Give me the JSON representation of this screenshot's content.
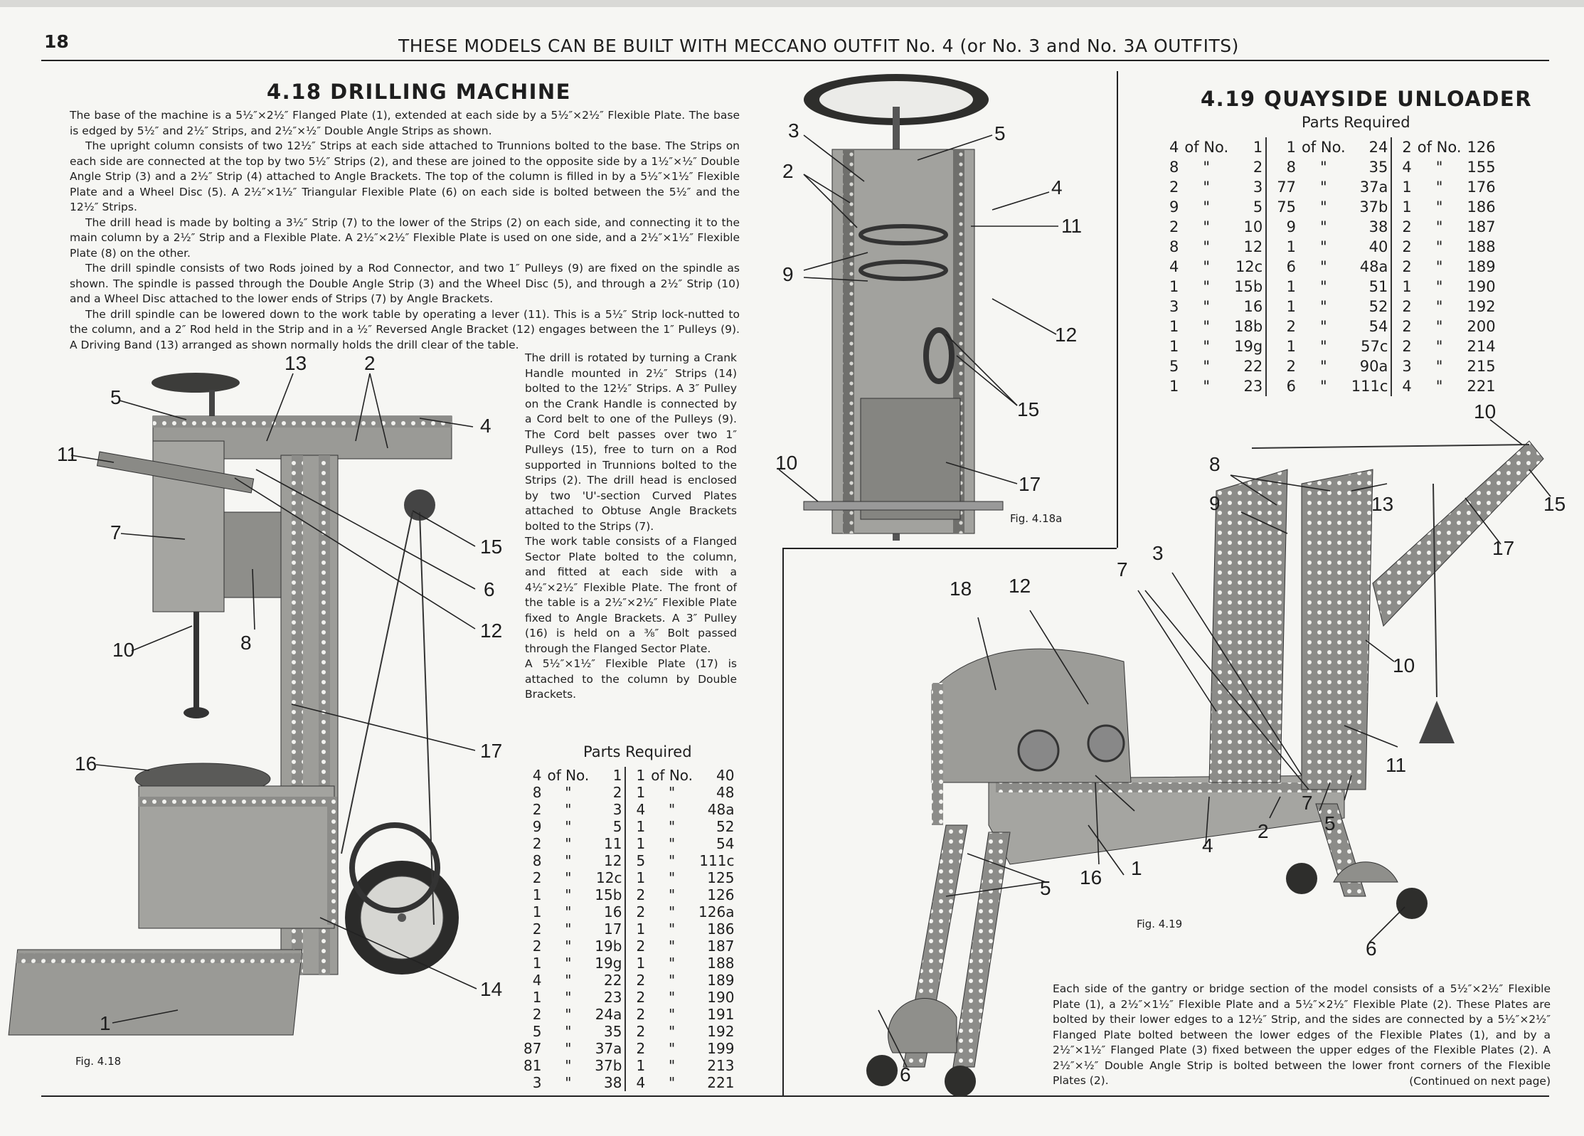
{
  "page": {
    "number": "18",
    "header": "THESE MODELS CAN BE BUILT WITH MECCANO OUTFIT No. 4 (or No. 3 and No. 3A OUTFITS)"
  },
  "drilling": {
    "title": "4.18  DRILLING MACHINE",
    "paragraphs": [
      "The base of the machine is a 5½″×2½″ Flanged Plate (1), extended at each side by a 5½″×2½″ Flexible Plate. The base is edged by 5½″ and 2½″ Strips, and 2½″×½″ Double Angle Strips as shown.",
      "The upright column consists of two 12½″ Strips at each side attached to Trunnions bolted to the base. The Strips on each side are connected at the top by two 5½″ Strips (2), and these are joined to the opposite side by a 1½″×½″ Double Angle Strip (3) and a 2½″ Strip (4) attached to Angle Brackets. The top of the column is filled in by a 5½″×1½″ Flexible Plate and a Wheel Disc (5). A 2½″×1½″ Triangular Flexible Plate (6) on each side is bolted between the 5½″ and the 12½″ Strips.",
      "The drill head is made by bolting a 3½″ Strip (7) to the lower of the Strips (2) on each side, and connecting it to the main column by a 2½″ Strip and a Flexible Plate. A 2½″×2½″ Flexible Plate is used on one side, and a 2½″×1½″ Flexible Plate (8) on the other.",
      "The drill spindle consists of two Rods joined by a Rod Connector, and two 1″ Pulleys (9) are fixed on the spindle as shown. The spindle is passed through the Double Angle Strip (3) and the Wheel Disc (5), and through a 2½″ Strip (10) and a Wheel Disc attached to the lower ends of Strips (7) by Angle Brackets.",
      "The drill spindle can be lowered down to the work table by operating a lever (11). This is a 5½″ Strip lock-nutted to the column, and a 2″ Rod held in the Strip and in a ½″ Reversed Angle Bracket (12) engages between the 1″ Pulleys (9). A Driving Band (13) arranged as shown normally holds the drill clear of the table."
    ],
    "narrow": [
      "The drill is rotated by turning a Crank Handle mounted in 2½″ Strips (14) bolted to the 12½″ Strips. A 3″ Pulley on the Crank Handle is connected by a Cord belt to one of the Pulleys (9). The Cord belt passes over two 1″ Pulleys (15), free to turn on a Rod supported in Trunnions bolted to the Strips (2). The drill head is enclosed by two 'U'-section Curved Plates attached to Obtuse Angle Brackets bolted to the Strips (7).",
      "The work table consists of a Flanged Sector Plate bolted to the column, and fitted at each side with a 4½″×2½″ Flexible Plate. The front of the table is a 2½″×2½″ Flexible Plate fixed to Angle Brackets. A 3″ Pulley (16) is held on a ⅜″ Bolt passed through the Flanged Sector Plate.",
      "A 5½″×1½″ Flexible Plate (17) is attached to the column by Double Brackets."
    ],
    "fig": "Fig. 4.18",
    "labels": {
      "l1": "1",
      "l2": "2",
      "l4": "4",
      "l5": "5",
      "l6": "6",
      "l7": "7",
      "l8": "8",
      "l10": "10",
      "l11": "11",
      "l12": "12",
      "l13": "13",
      "l14": "14",
      "l15": "15",
      "l16": "16",
      "l17": "17"
    },
    "parts_title": "Parts Required",
    "parts": [
      [
        "4",
        "of No.",
        "1",
        "1",
        "of No.",
        "40"
      ],
      [
        "8",
        "\"",
        "2",
        "1",
        "\"",
        "48"
      ],
      [
        "2",
        "\"",
        "3",
        "4",
        "\"",
        "48a"
      ],
      [
        "9",
        "\"",
        "5",
        "1",
        "\"",
        "52"
      ],
      [
        "2",
        "\"",
        "11",
        "1",
        "\"",
        "54"
      ],
      [
        "8",
        "\"",
        "12",
        "5",
        "\"",
        "111c"
      ],
      [
        "2",
        "\"",
        "12c",
        "1",
        "\"",
        "125"
      ],
      [
        "1",
        "\"",
        "15b",
        "2",
        "\"",
        "126"
      ],
      [
        "1",
        "\"",
        "16",
        "2",
        "\"",
        "126a"
      ],
      [
        "2",
        "\"",
        "17",
        "1",
        "\"",
        "186"
      ],
      [
        "2",
        "\"",
        "19b",
        "2",
        "\"",
        "187"
      ],
      [
        "1",
        "\"",
        "19g",
        "1",
        "\"",
        "188"
      ],
      [
        "4",
        "\"",
        "22",
        "2",
        "\"",
        "189"
      ],
      [
        "1",
        "\"",
        "23",
        "2",
        "\"",
        "190"
      ],
      [
        "2",
        "\"",
        "24a",
        "2",
        "\"",
        "191"
      ],
      [
        "5",
        "\"",
        "35",
        "2",
        "\"",
        "192"
      ],
      [
        "87",
        "\"",
        "37a",
        "2",
        "\"",
        "199"
      ],
      [
        "81",
        "\"",
        "37b",
        "1",
        "\"",
        "213"
      ],
      [
        "3",
        "\"",
        "38",
        "4",
        "\"",
        "221"
      ]
    ]
  },
  "fig418a": {
    "fig": "Fig. 4.18a",
    "labels": {
      "l2": "2",
      "l3": "3",
      "l4": "4",
      "l5": "5",
      "l9": "9",
      "l10": "10",
      "l11": "11",
      "l12": "12",
      "l15": "15",
      "l17": "17"
    }
  },
  "quayside": {
    "title": "4.19  QUAYSIDE UNLOADER",
    "parts_title": "Parts Required",
    "parts": [
      [
        "4",
        "of No.",
        "1",
        "1",
        "of No.",
        "24",
        "2",
        "of No.",
        "126"
      ],
      [
        "8",
        "\"",
        "2",
        "8",
        "\"",
        "35",
        "4",
        "\"",
        "155"
      ],
      [
        "2",
        "\"",
        "3",
        "77",
        "\"",
        "37a",
        "1",
        "\"",
        "176"
      ],
      [
        "9",
        "\"",
        "5",
        "75",
        "\"",
        "37b",
        "1",
        "\"",
        "186"
      ],
      [
        "2",
        "\"",
        "10",
        "9",
        "\"",
        "38",
        "2",
        "\"",
        "187"
      ],
      [
        "8",
        "\"",
        "12",
        "1",
        "\"",
        "40",
        "2",
        "\"",
        "188"
      ],
      [
        "4",
        "\"",
        "12c",
        "6",
        "\"",
        "48a",
        "2",
        "\"",
        "189"
      ],
      [
        "1",
        "\"",
        "15b",
        "1",
        "\"",
        "51",
        "1",
        "\"",
        "190"
      ],
      [
        "3",
        "\"",
        "16",
        "1",
        "\"",
        "52",
        "2",
        "\"",
        "192"
      ],
      [
        "1",
        "\"",
        "18b",
        "2",
        "\"",
        "54",
        "2",
        "\"",
        "200"
      ],
      [
        "1",
        "\"",
        "19g",
        "1",
        "\"",
        "57c",
        "2",
        "\"",
        "214"
      ],
      [
        "5",
        "\"",
        "22",
        "2",
        "\"",
        "90a",
        "3",
        "\"",
        "215"
      ],
      [
        "1",
        "\"",
        "23",
        "6",
        "\"",
        "111c",
        "4",
        "\"",
        "221"
      ]
    ],
    "fig": "Fig. 4.19",
    "labels": {
      "l1": "1",
      "l2": "2",
      "l3": "3",
      "l4": "4",
      "l5a": "5",
      "l5b": "5",
      "l6a": "6",
      "l6b": "6",
      "l7a": "7",
      "l7b": "7",
      "l8": "8",
      "l9": "9",
      "l10a": "10",
      "l10b": "10",
      "l11": "11",
      "l12": "12",
      "l13": "13",
      "l15": "15",
      "l16": "16",
      "l17": "17",
      "l18": "18"
    },
    "text": "Each side of the gantry or bridge section of the model consists of a 5½″×2½″ Flexible Plate (1), a 2½″×1½″ Flexible Plate and a 5½″×2½″ Flexible Plate (2). These Plates are bolted by their lower edges to a 12½″ Strip, and the sides are connected by a 5½″×2½″ Flanged Plate bolted between the lower edges of the Flexible Plates (1), and by a 2½″×1½″ Flanged Plate (3) fixed between the upper edges of the Flexible Plates (2). A 2½″×½″ Double Angle Strip is bolted between the lower front corners of the Flexible Plates (2).",
    "continued": "(Continued on next page)"
  }
}
